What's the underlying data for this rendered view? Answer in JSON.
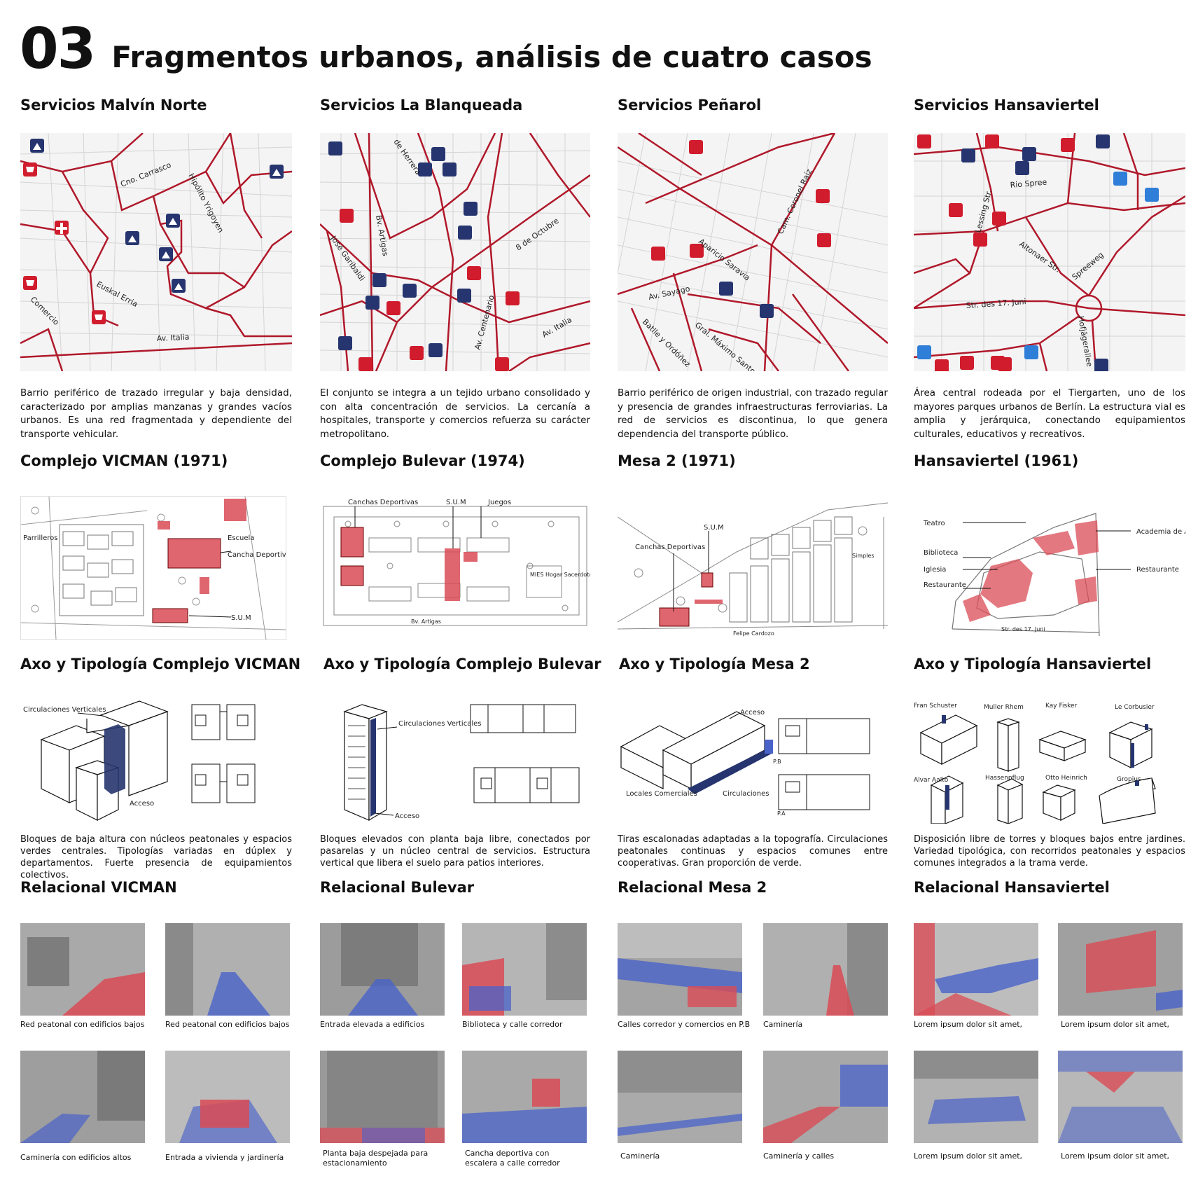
{
  "title": {
    "number": "03",
    "text": "Fragmentos urbanos, análisis de cuatro casos"
  },
  "colors": {
    "red": "#b0182a",
    "navy": "#26356f",
    "pink": "#d94b55",
    "blue": "#4a63c9",
    "light_blue": "#2f7ed8"
  },
  "columns": [
    {
      "services_title": "Servicios Malvín Norte",
      "map_labels": [
        "Cno. Carrasco",
        "Hipólito Yrigoyen",
        "Euskal Erria",
        "Comercio",
        "Av. Italia"
      ],
      "services_text": "Barrio periférico de trazado irregular y baja densidad, caracterizado por amplias manzanas y grandes vacíos urbanos. Es una red fragmentada y dependiente del transporte vehicular.",
      "complex_title": "Complejo VICMAN (1971)",
      "plan_labels": [
        "Parrilleros",
        "Escuela",
        "Cancha Deportiva",
        "S.U.M"
      ],
      "axo_title": "Axo y Tipología Complejo VICMAN",
      "axo_labels": [
        "Circulaciones Verticales",
        "Acceso"
      ],
      "axo_text": "Bloques de baja altura con núcleos peatonales y espacios verdes centrales. Tipologías variadas en dúplex y departamentos. Fuerte presencia de equipamientos colectivos.",
      "relational_title": "Relacional VICMAN",
      "photos": [
        "Red peatonal con edificios bajos",
        "Red peatonal con edificios bajos",
        "Caminería con edificios altos",
        "Entrada a vivienda y jardinería"
      ]
    },
    {
      "services_title": "Servicios La Blanqueada",
      "map_labels": [
        "Bv. Artigas",
        "José Garibaldi",
        "8 de Octubre",
        "Av. Centenario",
        "Av. Italia",
        "de Herrera"
      ],
      "services_text": "El conjunto se integra a un tejido urbano consolidado y con alta concentración de servicios. La cercanía a hospitales, transporte y comercios refuerza su carácter metropolitano.",
      "complex_title": "Complejo Bulevar  (1974)",
      "plan_labels": [
        "Canchas Deportivas",
        "S.U.M",
        "Juegos",
        "MIES Hogar Sacerdotal",
        "Bv. Artigas"
      ],
      "axo_title": "Axo y Tipología Complejo Bulevar",
      "axo_labels": [
        "Circulaciones Verticales",
        "Acceso"
      ],
      "axo_text": "Bloques elevados con planta baja libre, conectados por pasarelas y un núcleo central de servicios. Estructura vertical que libera el suelo para patios interiores.",
      "relational_title": "Relacional Bulevar",
      "photos": [
        "Entrada elevada a edificios",
        "Biblioteca y calle corredor",
        "Planta baja despejada para estacionamiento",
        "Cancha deportiva con escalera a calle corredor"
      ]
    },
    {
      "services_title": "Servicios Peñarol",
      "map_labels": [
        "Cam. Coronel Raíz",
        "Aparicio Saravia",
        "Av. Sayago",
        "Batlle y Ordóñez",
        "Gral. Máximo Santos"
      ],
      "services_text": "Barrio periférico de origen industrial, con trazado regular y presencia de grandes infraestructuras ferroviarias. La red de servicios es discontinua, lo que genera dependencia del transporte público.",
      "complex_title": "Mesa 2 (1971)",
      "plan_labels": [
        "S.U.M",
        "Canchas Deportivas",
        "Simples",
        "Felipe Cardozo"
      ],
      "axo_title": "Axo y Tipología Mesa 2",
      "axo_labels": [
        "Acceso",
        "P.B",
        "P.A",
        "Locales Comerciales",
        "Circulaciones"
      ],
      "axo_text": "Tiras escalonadas adaptadas a la topografía. Circulaciones peatonales continuas y espacios comunes entre cooperativas. Gran proporción de verde.",
      "relational_title": "Relacional Mesa 2",
      "photos": [
        "Calles corredor y comercios en P.B",
        "Caminería",
        "Caminería",
        "Caminería y calles"
      ]
    },
    {
      "services_title": "Servicios Hansaviertel",
      "map_labels": [
        "Rio Spree",
        "Lessing Str.",
        "Altonaer Str.",
        "Spreeweg",
        "Str. des 17. Juni",
        "Hofjägerallee"
      ],
      "services_text": "Área central rodeada por el Tiergarten, uno de los mayores parques urbanos de Berlín. La estructura vial es amplia y jerárquica, conectando equipamientos culturales, educativos y recreativos.",
      "complex_title": "Hansaviertel (1961)",
      "plan_labels": [
        "Teatro",
        "Biblioteca",
        "Iglesia",
        "Restaurante",
        "Academia de Artes",
        "Restaurante",
        "Str. des 17. Juni"
      ],
      "axo_title": "Axo y Tipología Hansaviertel",
      "axo_labels": [
        "Fran Schuster",
        "Muller Rhem",
        "Kay Fisker",
        "Le Corbusier",
        "Alvar Aalto",
        "Hassenpflug",
        "Otto Heinrich",
        "Gropius"
      ],
      "axo_text": "Disposición libre de torres y bloques bajos entre jardines. Variedad tipológica, con recorridos peatonales y espacios comunes integrados a la trama verde.",
      "relational_title": "Relacional Hansaviertel",
      "photos": [
        "Lorem ipsum dolor sit amet,",
        "Lorem ipsum dolor sit amet,",
        "Lorem ipsum dolor sit amet,",
        "Lorem ipsum dolor sit amet,"
      ]
    }
  ]
}
